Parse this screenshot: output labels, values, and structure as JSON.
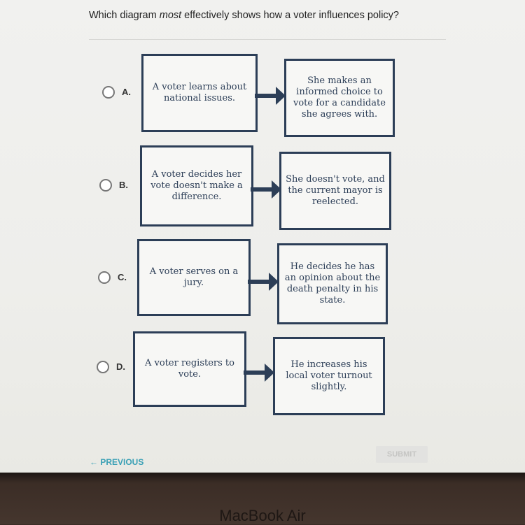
{
  "question": {
    "prefix": "Which diagram ",
    "emphasis": "most",
    "suffix": " effectively shows how a voter influences policy?"
  },
  "options": [
    {
      "letter": "A.",
      "cause": "A voter learns about national issues.",
      "effect": "She makes an informed choice to vote for a candidate she agrees with."
    },
    {
      "letter": "B.",
      "cause": "A voter decides her vote doesn't make a difference.",
      "effect": "She doesn't vote, and the current mayor is reelected."
    },
    {
      "letter": "C.",
      "cause": "A voter serves on a jury.",
      "effect": "He decides he has an opinion about the death penalty in his state."
    },
    {
      "letter": "D.",
      "cause": "A voter registers to vote.",
      "effect": "He increases his local voter turnout slightly."
    }
  ],
  "nav": {
    "previous": "← PREVIOUS",
    "submit": "SUBMIT"
  },
  "device": {
    "brand": "MacBook Air"
  },
  "colors": {
    "box_border": "#2c3e57",
    "link": "#3aa0b5"
  }
}
